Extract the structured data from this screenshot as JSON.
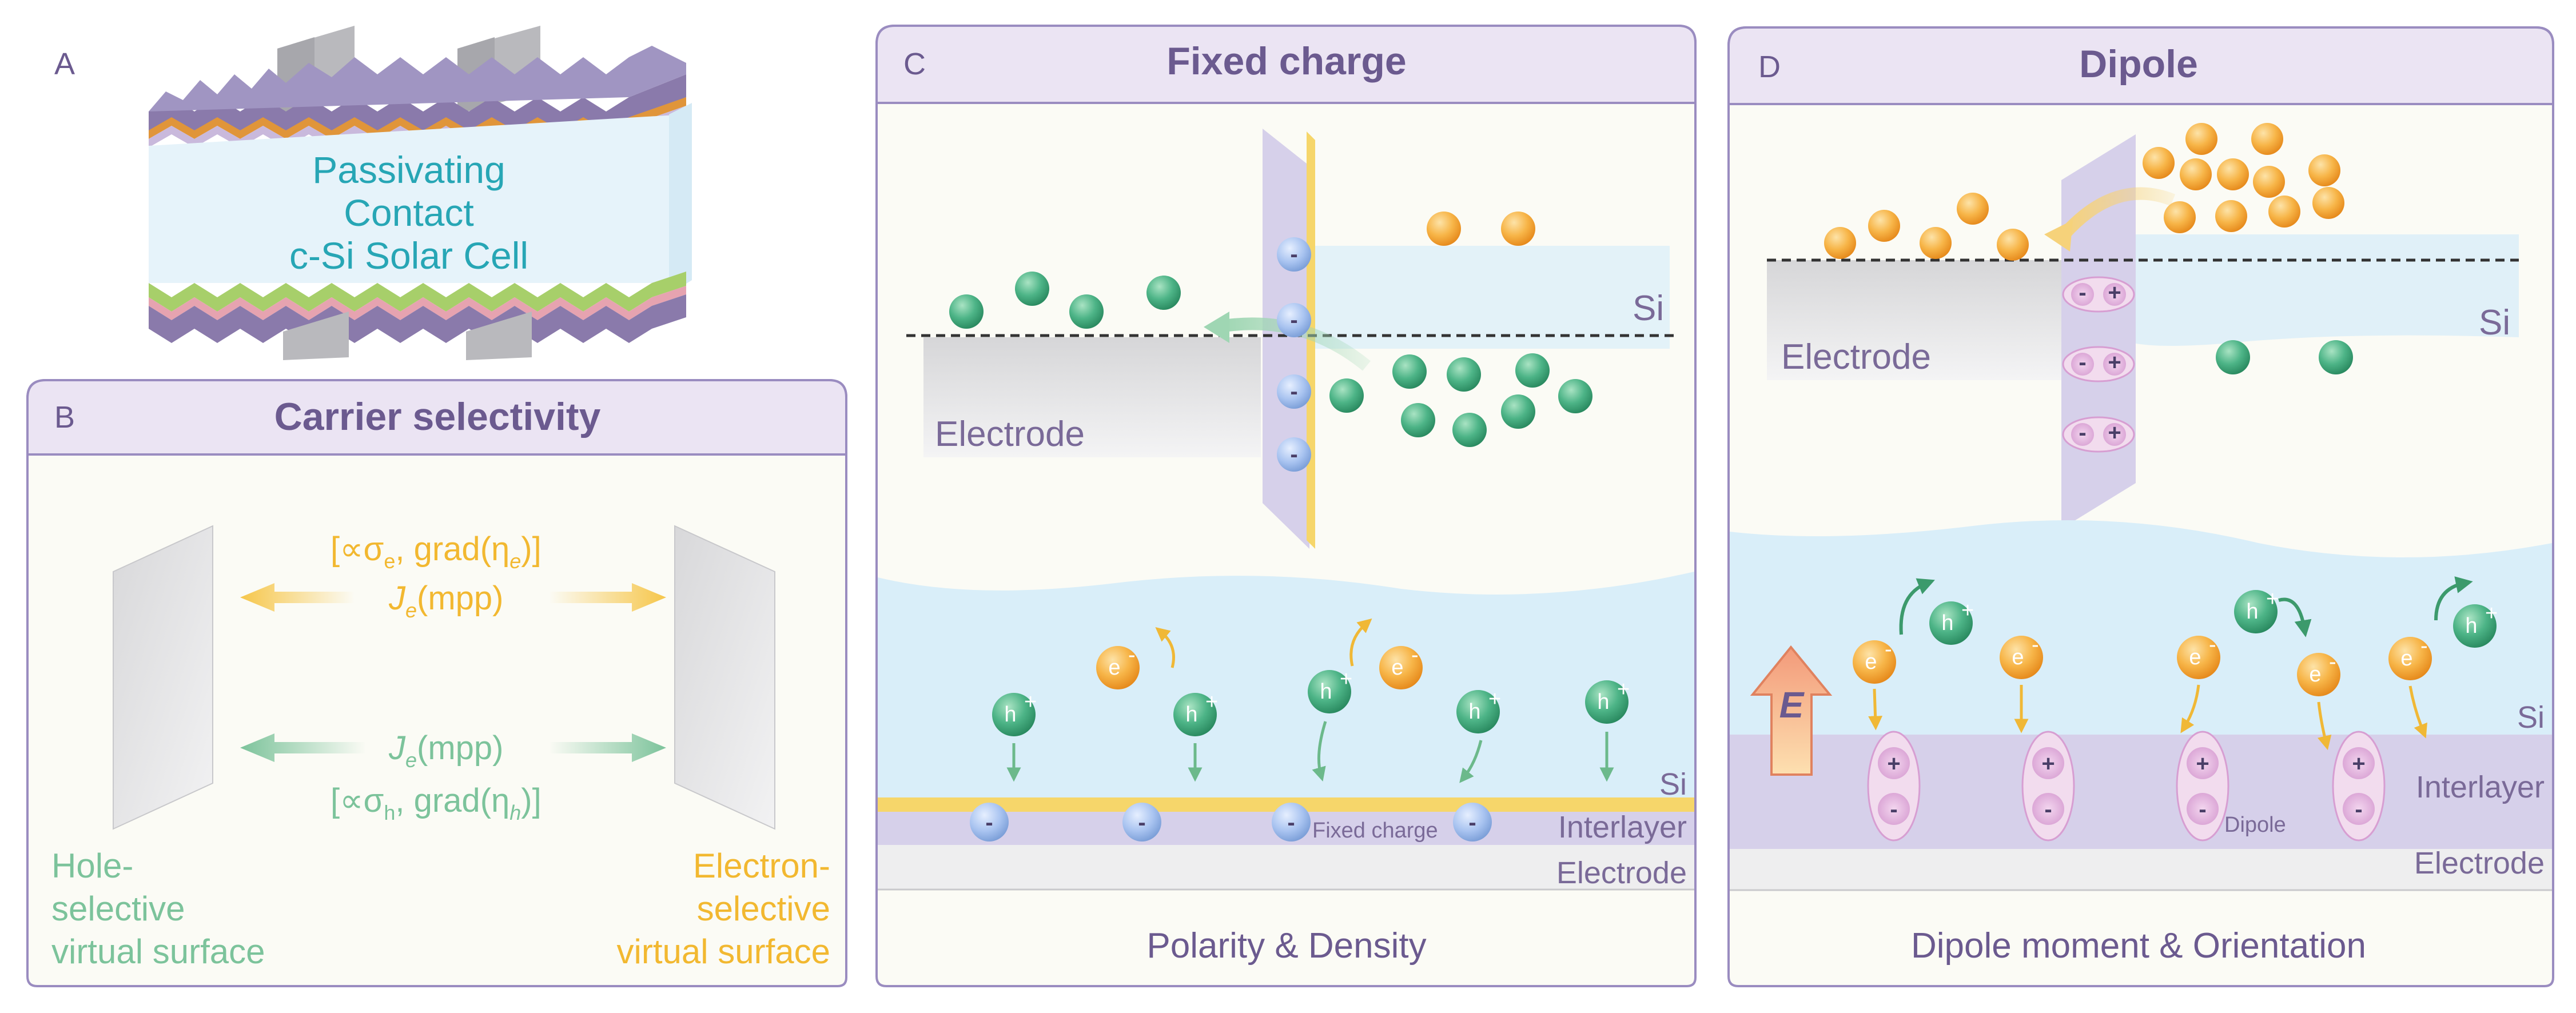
{
  "panel_a": {
    "letter": "A",
    "title_lines": [
      "Passivating",
      "Contact",
      "c-Si Solar Cell"
    ]
  },
  "panel_b": {
    "letter": "B",
    "title": "Carrier selectivity",
    "electron_bracket_a": "[∝σ",
    "electron_bracket_sub": "e",
    "electron_bracket_b": ", grad(η",
    "electron_bracket_c": ")]",
    "electron_current": "J",
    "electron_current_tail": "(mpp)",
    "hole_current": "J",
    "hole_current_tail": "(mpp)",
    "hole_bracket_a": "[∝σ",
    "hole_bracket_sub": "h",
    "hole_bracket_b": ", grad(η",
    "hole_bracket_c": ")]",
    "left_label": [
      "Hole-",
      "selective",
      "virtual surface"
    ],
    "right_label": [
      "Electron-",
      "selective",
      "virtual surface"
    ],
    "colors": {
      "electron": "#f2b830",
      "hole": "#7cc39b"
    }
  },
  "panel_c": {
    "letter": "C",
    "title": "Fixed charge",
    "si_top": "Si",
    "electrode_top": "Electrode",
    "si_bottom": "Si",
    "interlayer": "Interlayer",
    "electrode_bottom": "Electrode",
    "fixed_charge": "Fixed charge",
    "electron_symbol": "e",
    "hole_symbol": "h",
    "minus": "-",
    "footer": "Polarity & Density"
  },
  "panel_d": {
    "letter": "D",
    "title": "Dipole",
    "si_top": "Si",
    "electrode_top": "Electrode",
    "si_bottom": "Si",
    "interlayer": "Interlayer",
    "electrode_bottom": "Electrode",
    "dipole": "Dipole",
    "field": "E",
    "electron_symbol": "e",
    "hole_symbol": "h",
    "plus": "+",
    "minus": "-",
    "footer": "Dipole moment & Orientation"
  },
  "colors": {
    "panel_border": "#9a8cc0",
    "header_fill": "#ebe4f3",
    "panel_bg": "#fbfbf5",
    "si_blue": "#d9eef9",
    "interlayer_purple": "#d6d0ea",
    "electron_orange": "#f5a93a",
    "hole_green": "#3fa87a"
  }
}
